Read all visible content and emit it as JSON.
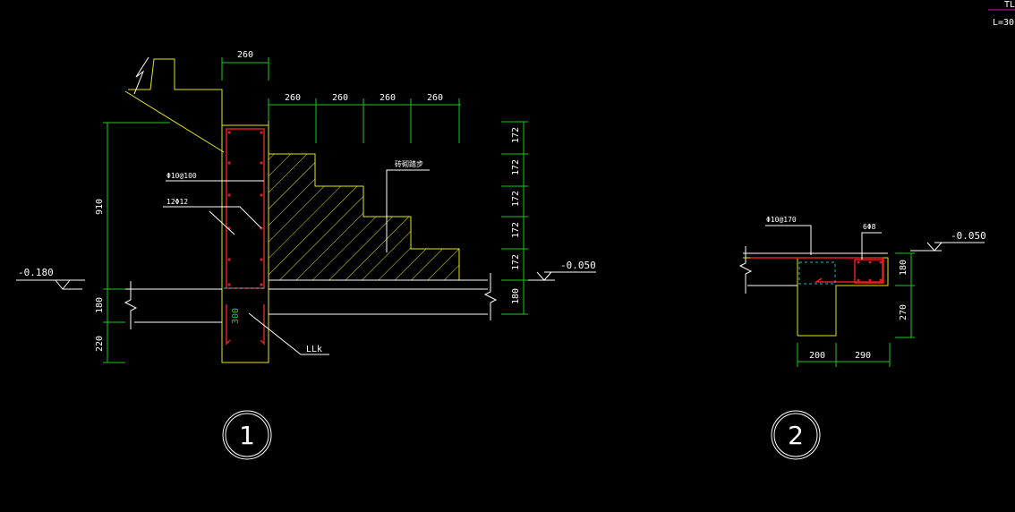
{
  "colors": {
    "background": "#000000",
    "structure": "#ffffff",
    "outline": "#e6e61c",
    "dimension": "#1ec81e",
    "rebar": "#e02020",
    "rebar_dot": "#d02020",
    "stirrup_stub": "#22b8c8",
    "annotation": "#ffffff",
    "accent_magenta": "#c020c0"
  },
  "corner_label": {
    "top": "TL",
    "bottom": "L=30"
  },
  "detail_1": {
    "circle_label": "1",
    "dims_top": {
      "stem": "260",
      "treads": [
        "260",
        "260",
        "260",
        "260"
      ]
    },
    "dims_right": [
      "172",
      "172",
      "172",
      "172",
      "172",
      "180"
    ],
    "dims_left": [
      "910",
      "180",
      "220"
    ],
    "stem_width_label": "300",
    "stirrup_label": "Φ10@100",
    "long_bar_label": "12Φ12",
    "hatch_label": "砖砌踏步",
    "beam_label": "LLk",
    "level_left": "-0.180",
    "level_right": "-0.050"
  },
  "detail_2": {
    "circle_label": "2",
    "stirrup_label": "Φ10@170",
    "bar_label": "6Φ8",
    "level": "-0.050",
    "dims_right": [
      "180",
      "270"
    ],
    "dims_bottom": [
      "200",
      "290"
    ]
  }
}
